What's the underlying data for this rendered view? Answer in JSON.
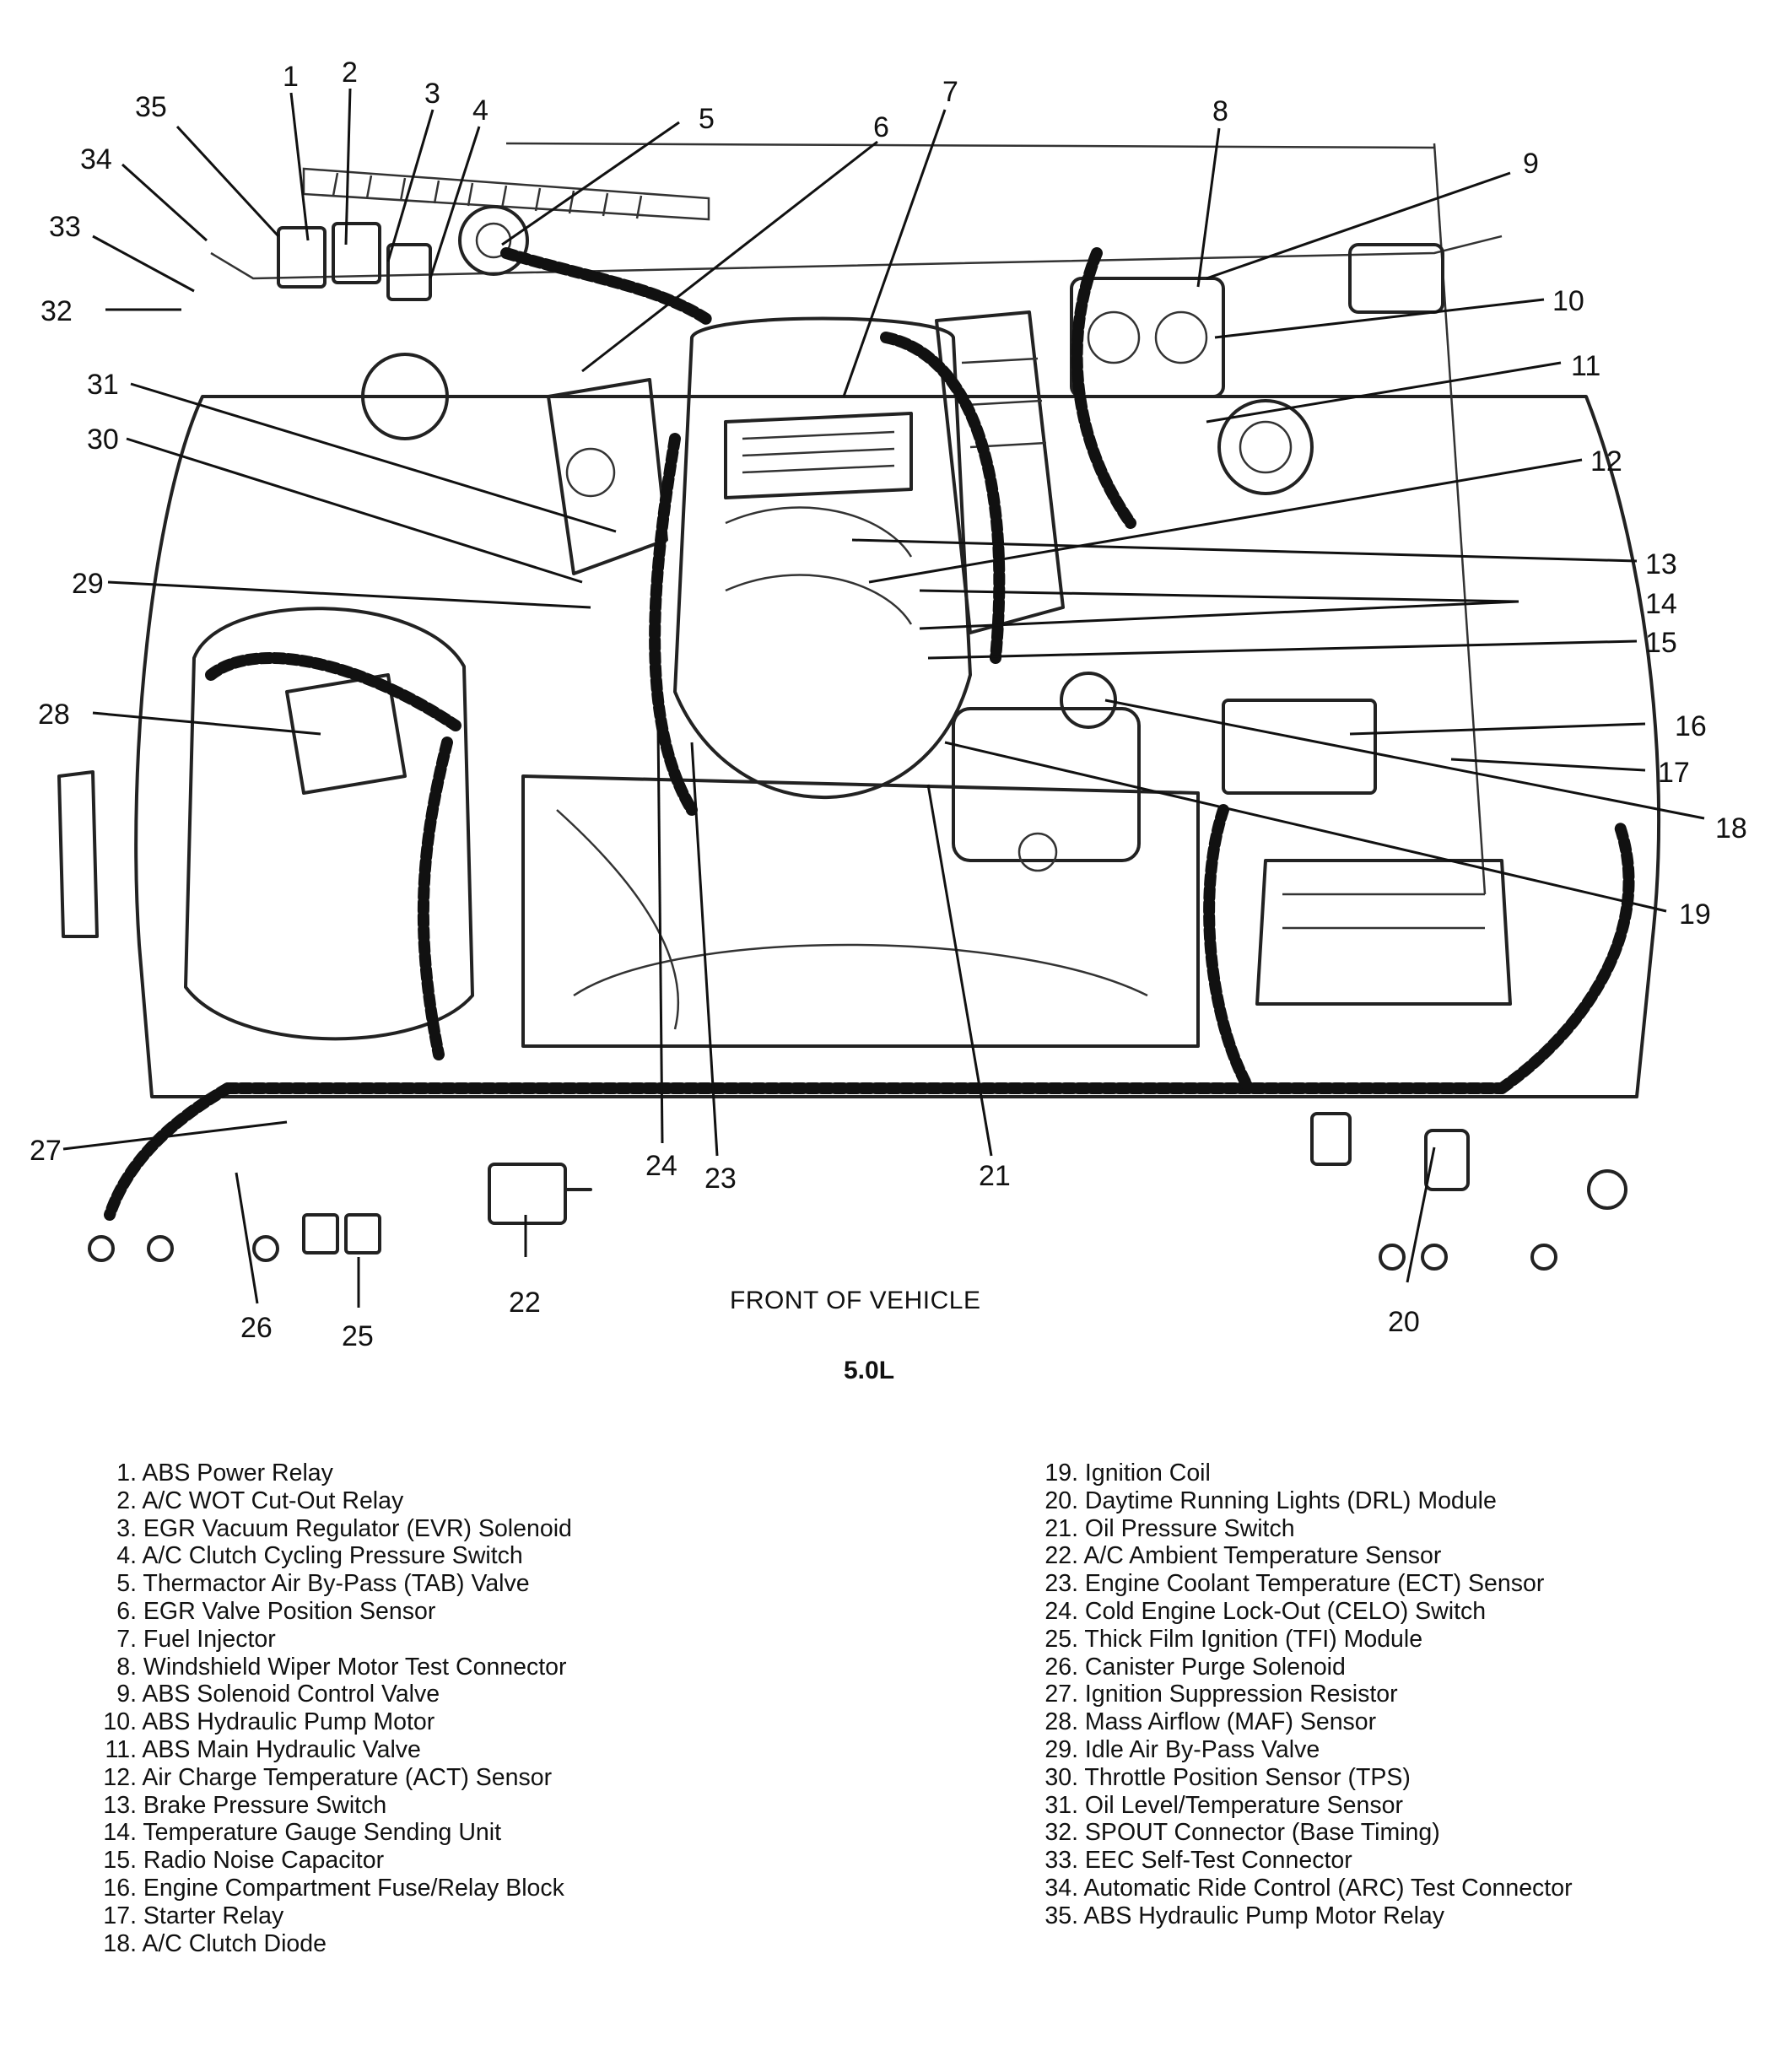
{
  "diagram": {
    "front_label": "FRONT OF VEHICLE",
    "engine_label": "5.0L",
    "callouts": [
      "1",
      "2",
      "3",
      "4",
      "5",
      "6",
      "7",
      "8",
      "9",
      "10",
      "11",
      "12",
      "13",
      "14",
      "15",
      "16",
      "17",
      "18",
      "19",
      "20",
      "21",
      "22",
      "23",
      "24",
      "25",
      "26",
      "27",
      "28",
      "29",
      "30",
      "31",
      "32",
      "33",
      "34",
      "35"
    ]
  },
  "legend": {
    "left": [
      {
        "num": "1.",
        "label": "ABS Power Relay"
      },
      {
        "num": "2.",
        "label": "A/C WOT Cut-Out Relay"
      },
      {
        "num": "3.",
        "label": "EGR Vacuum Regulator (EVR) Solenoid"
      },
      {
        "num": "4.",
        "label": "A/C Clutch Cycling Pressure Switch"
      },
      {
        "num": "5.",
        "label": "Thermactor Air By-Pass (TAB) Valve"
      },
      {
        "num": "6.",
        "label": "EGR Valve Position Sensor"
      },
      {
        "num": "7.",
        "label": "Fuel Injector"
      },
      {
        "num": "8.",
        "label": "Windshield Wiper Motor Test Connector"
      },
      {
        "num": "9.",
        "label": "ABS Solenoid Control Valve"
      },
      {
        "num": "10.",
        "label": "ABS Hydraulic Pump Motor"
      },
      {
        "num": "11.",
        "label": "ABS Main Hydraulic Valve"
      },
      {
        "num": "12.",
        "label": "Air Charge Temperature (ACT) Sensor"
      },
      {
        "num": "13.",
        "label": "Brake Pressure Switch"
      },
      {
        "num": "14.",
        "label": "Temperature Gauge Sending Unit"
      },
      {
        "num": "15.",
        "label": "Radio Noise Capacitor"
      },
      {
        "num": "16.",
        "label": "Engine Compartment Fuse/Relay Block"
      },
      {
        "num": "17.",
        "label": "Starter Relay"
      },
      {
        "num": "18.",
        "label": "A/C Clutch Diode"
      }
    ],
    "right": [
      {
        "num": "19.",
        "label": "Ignition Coil"
      },
      {
        "num": "20.",
        "label": "Daytime Running Lights (DRL) Module"
      },
      {
        "num": "21.",
        "label": "Oil Pressure Switch"
      },
      {
        "num": "22.",
        "label": "A/C Ambient Temperature Sensor"
      },
      {
        "num": "23.",
        "label": "Engine Coolant Temperature (ECT) Sensor"
      },
      {
        "num": "24.",
        "label": "Cold Engine Lock-Out (CELO) Switch"
      },
      {
        "num": "25.",
        "label": "Thick Film Ignition (TFI) Module"
      },
      {
        "num": "26.",
        "label": "Canister Purge Solenoid"
      },
      {
        "num": "27.",
        "label": "Ignition Suppression Resistor"
      },
      {
        "num": "28.",
        "label": "Mass Airflow (MAF) Sensor"
      },
      {
        "num": "29.",
        "label": "Idle Air By-Pass Valve"
      },
      {
        "num": "30.",
        "label": "Throttle Position Sensor (TPS)"
      },
      {
        "num": "31.",
        "label": "Oil Level/Temperature Sensor"
      },
      {
        "num": "32.",
        "label": "SPOUT Connector (Base Timing)"
      },
      {
        "num": "33.",
        "label": "EEC Self-Test Connector"
      },
      {
        "num": "34.",
        "label": "Automatic Ride Control (ARC) Test Connector"
      },
      {
        "num": "35.",
        "label": "ABS Hydraulic Pump Motor Relay"
      }
    ]
  }
}
